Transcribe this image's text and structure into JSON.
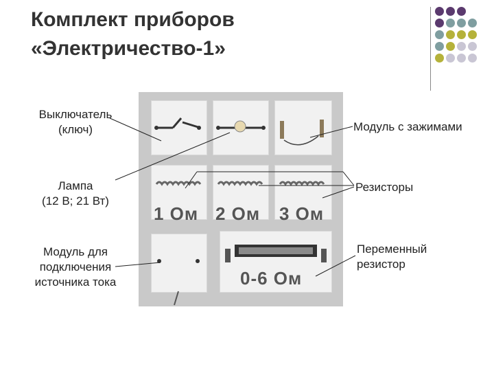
{
  "title": "Комплект приборов\n«Электричество-1»",
  "labels": {
    "switch": "Выключатель\n(ключ)",
    "lamp": "Лампа\n(12 В;  21 Вт)",
    "power_module": "Модуль для\nподключения\nисточника тока",
    "clamp_module": "Модуль с зажимами",
    "resistors": "Резисторы",
    "variable_resistor": "Переменный\nрезистор"
  },
  "photo": {
    "r1": "1 Ом",
    "r2": "2 Ом",
    "r3": "3 Ом",
    "variable": "0-6 Ом"
  },
  "colors": {
    "purple": "#5b3a6e",
    "teal": "#7f9ea0",
    "olive": "#b5b23a",
    "light": "#c9c6d4"
  }
}
